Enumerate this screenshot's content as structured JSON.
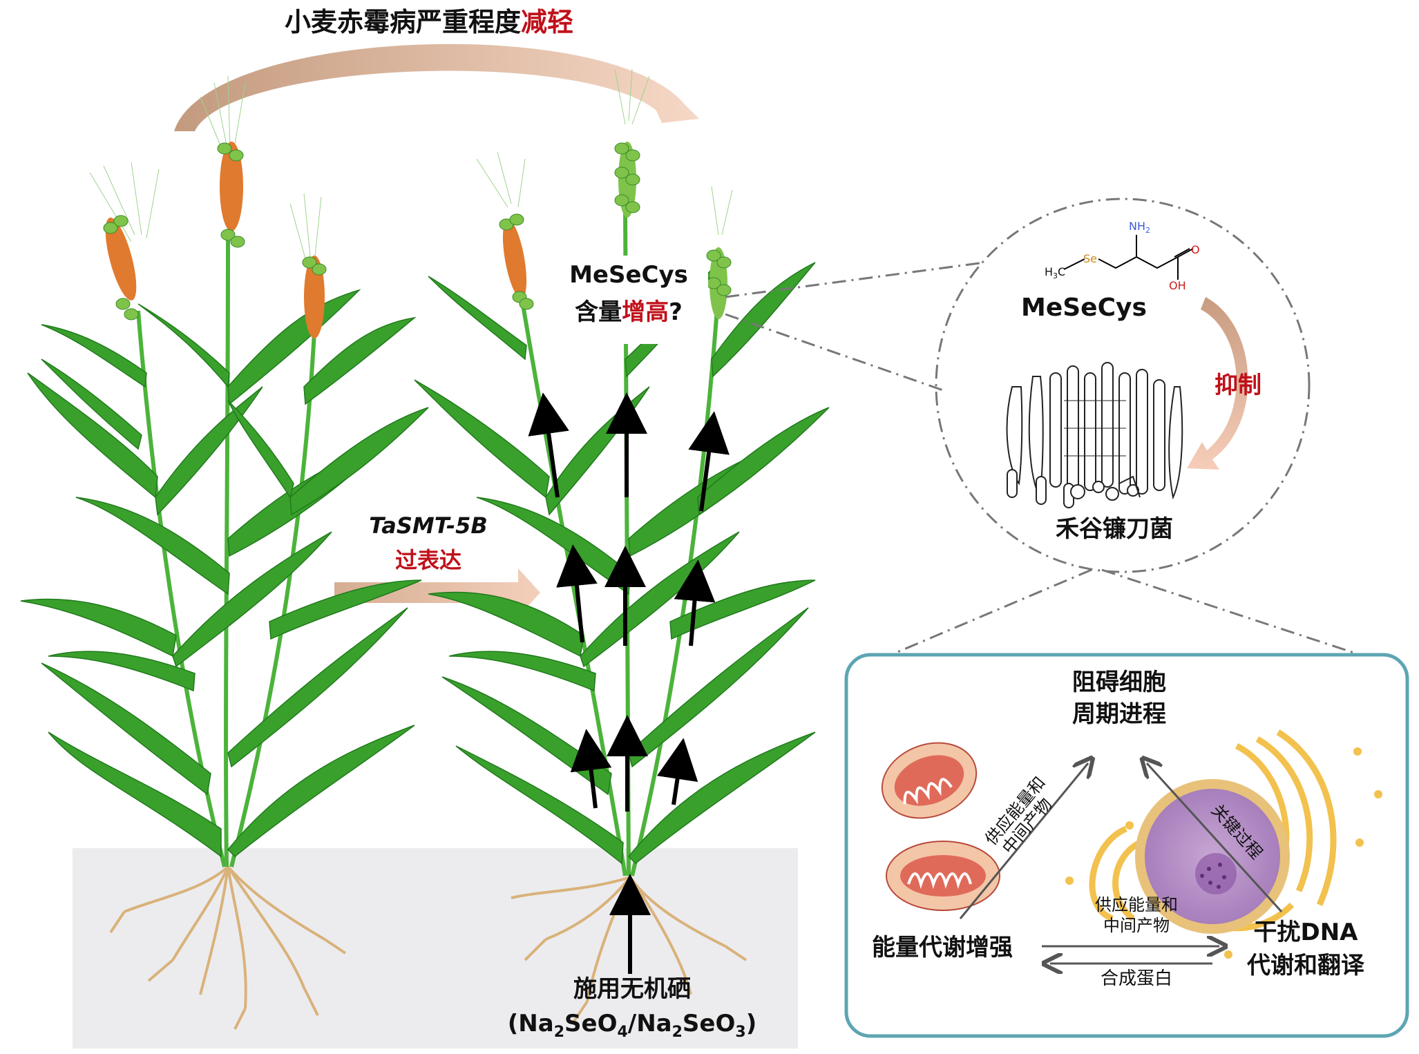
{
  "title": {
    "main": "小麦赤霉病严重程度",
    "highlight": "减轻"
  },
  "overexpression": {
    "gene": "TaSMT-5B",
    "action": "过表达"
  },
  "mesecys_bubble": {
    "name": "MeSeCys",
    "line2_prefix": "含量",
    "line2_highlight": "增高",
    "line2_suffix": "?"
  },
  "selenium": {
    "label": "施用无机硒",
    "formula_a": "(Na",
    "sub_a": "2",
    "mid_a": "SeO",
    "sub_b": "4",
    "slash": "/Na",
    "sub_c": "2",
    "mid_b": "SeO",
    "sub_d": "3",
    "close": ")"
  },
  "molecule": {
    "name": "MeSeCys",
    "atom_nh2": "NH",
    "atom_nh2_sub": "2",
    "atom_se": "Se",
    "atom_ch3": "H",
    "atom_ch3_sub": "3",
    "atom_ch3_c": "C",
    "atom_o": "O",
    "atom_oh": "OH"
  },
  "inhibit_label": "抑制",
  "fungus_label": "禾谷镰刀菌",
  "mechanism": {
    "top_line1": "阻碍细胞",
    "top_line2": "周期进程",
    "diag_left_line1": "供应能量和",
    "diag_left_line2": "中间产物",
    "diag_right": "关键过程",
    "supply_line1": "供应能量和",
    "supply_line2": "中间产物",
    "synth": "合成蛋白",
    "energy": "能量代谢增强",
    "dna_line1": "干扰DNA",
    "dna_line2": "代谢和翻译"
  },
  "colors": {
    "red": "#c0101a",
    "leaf": "#3aa02c",
    "leaf_dark": "#1f7a1c",
    "spike_orange": "#e07a2e",
    "root": "#d9b27a",
    "soil": "#ececef",
    "box_border": "#5da5b3",
    "arrow_grad": "#c8957a"
  }
}
